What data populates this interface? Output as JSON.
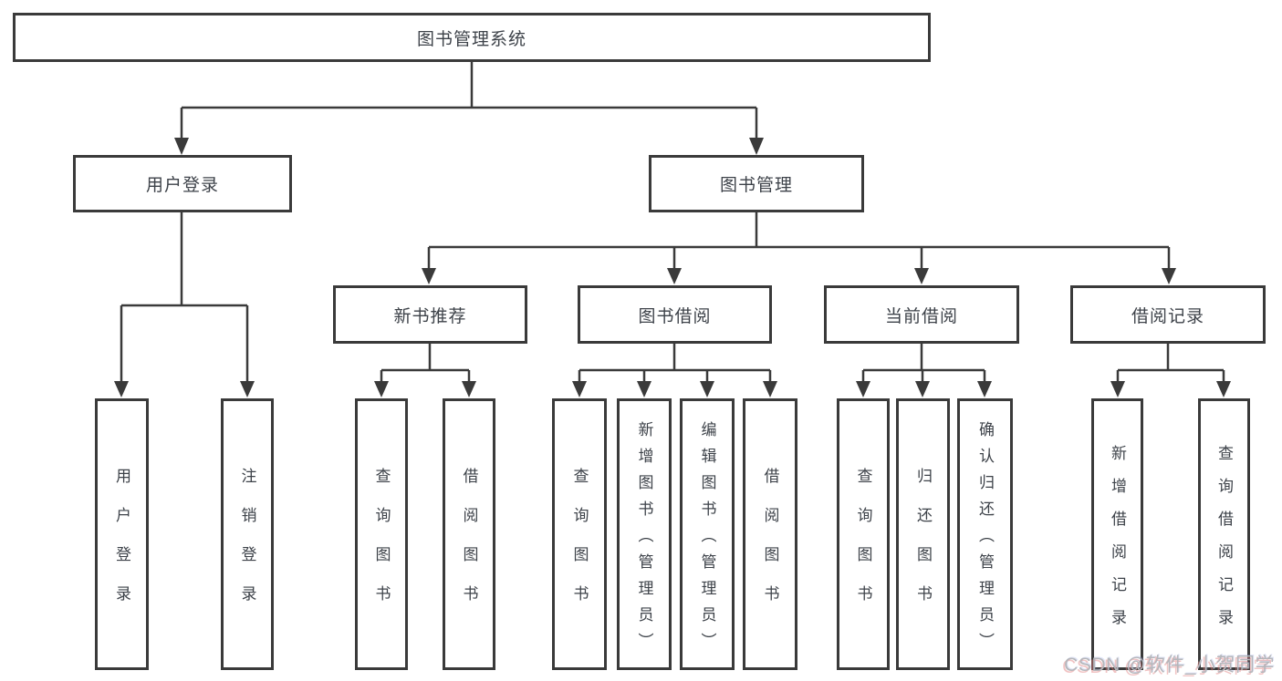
{
  "diagram": {
    "root": {
      "label": "图书管理系统"
    },
    "branches": [
      {
        "label": "用户登录",
        "children": [
          {
            "label": "用户登录"
          },
          {
            "label": "注销登录"
          }
        ]
      },
      {
        "label": "图书管理",
        "children": [
          {
            "label": "新书推荐",
            "children": [
              {
                "label": "查询图书"
              },
              {
                "label": "借阅图书"
              }
            ]
          },
          {
            "label": "图书借阅",
            "children": [
              {
                "label": "查询图书"
              },
              {
                "label": "新增图书（管理员）"
              },
              {
                "label": "编辑图书（管理员）"
              },
              {
                "label": "借阅图书"
              }
            ]
          },
          {
            "label": "当前借阅",
            "children": [
              {
                "label": "查询图书"
              },
              {
                "label": "归还图书"
              },
              {
                "label": "确认归还（管理员）"
              }
            ]
          },
          {
            "label": "借阅记录",
            "children": [
              {
                "label": "新增借阅记录"
              },
              {
                "label": "查询借阅记录"
              }
            ]
          }
        ]
      }
    ]
  },
  "watermark": {
    "text": "CSDN @软件_小贺同学"
  },
  "colors": {
    "line": "#3a3a3a",
    "box_border": "#3a3a3a",
    "text": "#3d4249",
    "background": "#ffffff",
    "watermark": "#b5b6ba",
    "watermark_shadow": "#e07d7d"
  }
}
